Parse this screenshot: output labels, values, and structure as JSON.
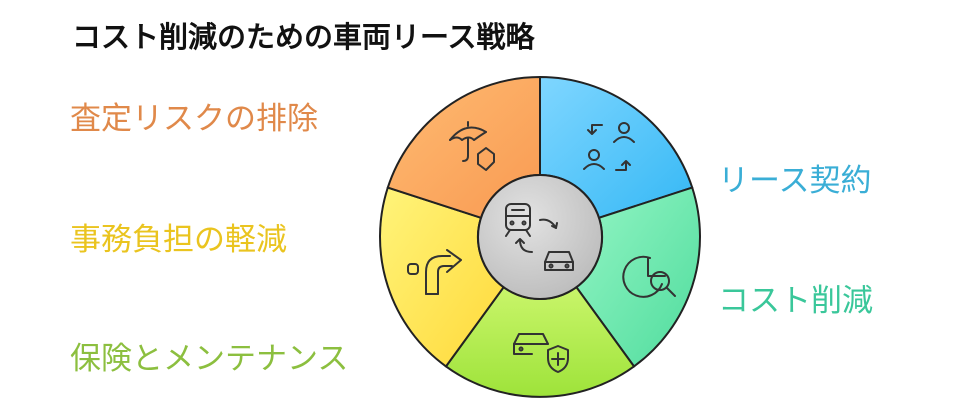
{
  "title": "コスト削減のための車両リース戦略",
  "segments": [
    {
      "key": "lease",
      "label": "リース契約",
      "color": "#3aaed6",
      "icon": "swap-people-icon"
    },
    {
      "key": "cost",
      "label": "コスト削減",
      "color": "#3ac79a",
      "icon": "pie-magnifier-icon"
    },
    {
      "key": "insurance",
      "label": "保険とメンテナンス",
      "color": "#8cbf3f",
      "icon": "car-shield-icon"
    },
    {
      "key": "admin",
      "label": "事務負担の軽減",
      "color": "#eac41f",
      "icon": "turn-arrow-icon"
    },
    {
      "key": "risk",
      "label": "査定リスクの排除",
      "color": "#e0894a",
      "icon": "umbrella-icon"
    }
  ],
  "center": {
    "icon": "train-car-exchange-icon"
  }
}
